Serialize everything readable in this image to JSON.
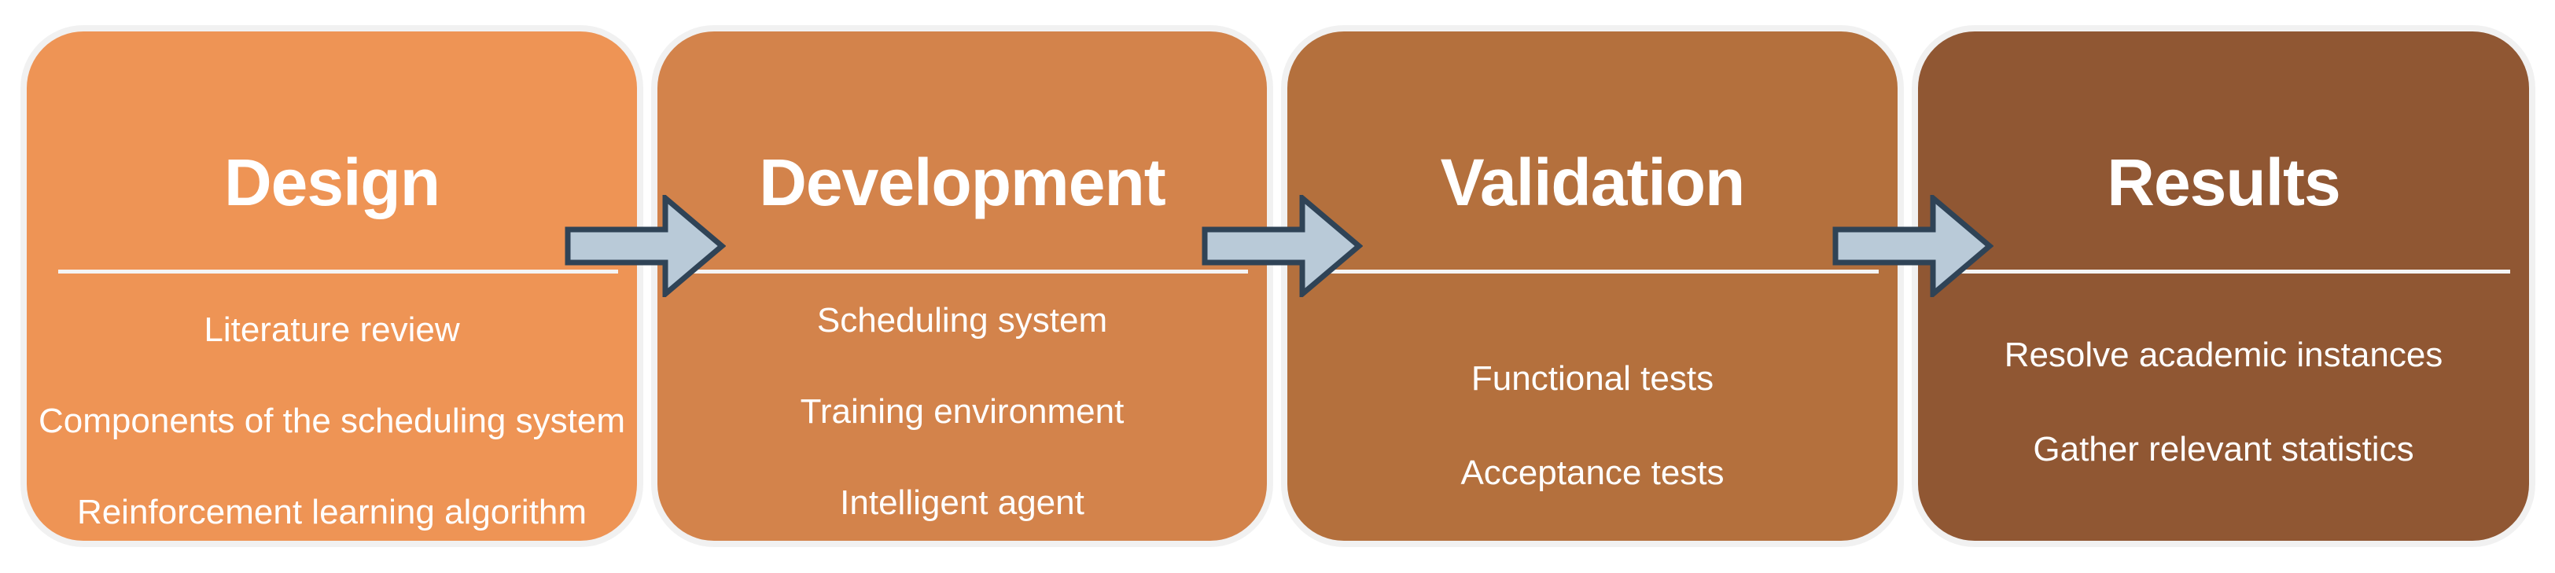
{
  "phases": [
    {
      "title": "Design",
      "items": [
        "Literature review",
        "Components of the scheduling system",
        "Reinforcement learning algorithm"
      ]
    },
    {
      "title": "Development",
      "items": [
        "Scheduling system",
        "Training environment",
        "Intelligent agent"
      ]
    },
    {
      "title": "Validation",
      "items": [
        "Functional tests",
        "Acceptance tests"
      ]
    },
    {
      "title": "Results",
      "items": [
        "Resolve academic instances",
        "Gather relevant statistics"
      ]
    }
  ],
  "colors": {
    "design": "#ee9455",
    "development": "#d3834b",
    "validation": "#b4703d",
    "results": "#905733",
    "arrow_fill": "#b9cad8",
    "arrow_stroke": "#2f4356"
  },
  "icons": [
    "right-arrow-icon",
    "right-arrow-icon",
    "right-arrow-icon"
  ]
}
